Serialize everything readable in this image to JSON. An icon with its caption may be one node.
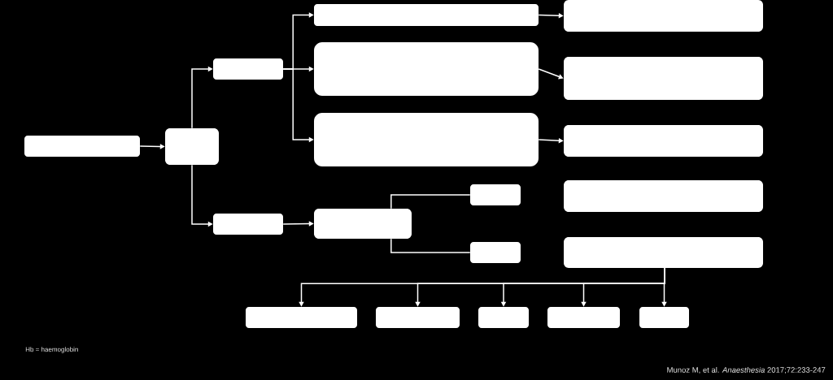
{
  "diagram": {
    "nodes": [
      {
        "text": [],
        "shape": "box"
      },
      {
        "text": [],
        "shape": "box"
      },
      {
        "text": [],
        "shape": "box"
      },
      {
        "text": [],
        "shape": "box"
      },
      {
        "text": [],
        "shape": "box"
      },
      {
        "text": [],
        "shape": "box"
      },
      {
        "text": [],
        "shape": "box"
      },
      {
        "text": [],
        "shape": "box"
      },
      {
        "text": [],
        "shape": "box"
      },
      {
        "text": [],
        "shape": "box"
      },
      {
        "text": [],
        "shape": "box"
      },
      {
        "text": [],
        "shape": "box"
      },
      {
        "text": [],
        "shape": "box"
      },
      {
        "text": [],
        "shape": "box"
      },
      {
        "text": [],
        "shape": "box"
      },
      {
        "text": [],
        "shape": "box"
      },
      {
        "text": [],
        "shape": "box"
      },
      {
        "text": [],
        "shape": "box"
      },
      {
        "text": [],
        "shape": "box"
      },
      {
        "text": [],
        "shape": "box"
      }
    ],
    "edges": [
      {
        "from": 0,
        "to": 1,
        "arrow": "to"
      },
      {
        "from": 1,
        "to": 2,
        "arrow": "to"
      },
      {
        "from": 1,
        "to": 3,
        "arrow": "to"
      },
      {
        "from": 2,
        "to": 4,
        "arrow": "to"
      },
      {
        "from": 2,
        "to": 5,
        "arrow": "to"
      },
      {
        "from": 2,
        "to": 6,
        "arrow": "to"
      },
      {
        "from": 3,
        "to": 7,
        "arrow": "to"
      },
      {
        "from": 7,
        "to": 8,
        "arrow": "none"
      },
      {
        "from": 7,
        "to": 9,
        "arrow": "none"
      },
      {
        "from": 4,
        "to": 10,
        "arrow": "to"
      },
      {
        "from": 5,
        "to": 11,
        "arrow": "to"
      },
      {
        "from": 6,
        "to": 12,
        "arrow": "to"
      },
      {
        "from": 14,
        "to": 15,
        "arrow": "to"
      },
      {
        "from": 14,
        "to": 16,
        "arrow": "to"
      },
      {
        "from": 14,
        "to": 17,
        "arrow": "to"
      },
      {
        "from": 14,
        "to": 18,
        "arrow": "to"
      },
      {
        "from": 14,
        "to": 19,
        "arrow": "to"
      }
    ],
    "labels": [
      "Hb = haemoglobin",
      "Munoz M, et al. *Anaesthesia* 2017;72:233-247"
    ]
  }
}
